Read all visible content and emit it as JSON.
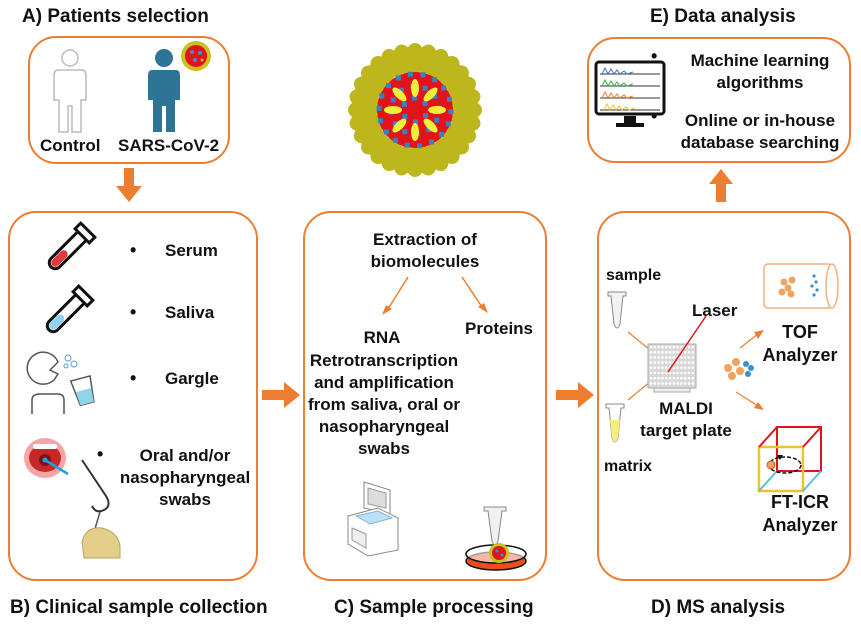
{
  "panels": {
    "a": {
      "title": "A) Patients selection",
      "control_label": "Control",
      "infected_label": "SARS-CoV-2"
    },
    "b": {
      "title": "B) Clinical sample collection",
      "items": [
        {
          "label": "Serum",
          "icon": "blood-tube-icon"
        },
        {
          "label": "Saliva",
          "icon": "saliva-tube-icon"
        },
        {
          "label": "Gargle",
          "icon": "gargle-icon"
        },
        {
          "label": "Oral and/or",
          "label2": "nasopharyngeal",
          "label3": "swabs",
          "icon": "swab-icon"
        }
      ],
      "bullet": "•"
    },
    "c": {
      "title": "C) Sample processing",
      "heading_line1": "Extraction of",
      "heading_line2": "biomolecules",
      "rna_label": "RNA",
      "proteins_label": "Proteins",
      "rna_desc": [
        "Retrotranscription",
        "and amplification",
        "from saliva, oral or",
        "nasopharyngeal",
        "swabs"
      ]
    },
    "d": {
      "title": "D) MS analysis",
      "sample_label": "sample",
      "matrix_label": "matrix",
      "laser_label": "Laser",
      "maldi_line1": "MALDI",
      "maldi_line2": "target plate",
      "tof_line1": "TOF",
      "tof_line2": "Analyzer",
      "fticr_line1": "FT-ICR",
      "fticr_line2": "Analyzer"
    },
    "e": {
      "title": "E) Data analysis",
      "item1_line1": "Machine learning",
      "item1_line2": "algorithms",
      "item2_line1": "Online or in-house",
      "item2_line2": "database searching",
      "bullet": "•"
    }
  },
  "colors": {
    "accent": "#ED7D31",
    "patient_blue": "#2E7497",
    "virus_red": "#E2131B",
    "virus_yellow": "#C9C21E",
    "blood_red": "#E03A3E",
    "saliva_blue": "#8FD3EC",
    "dish_red": "#EE4D1E"
  }
}
